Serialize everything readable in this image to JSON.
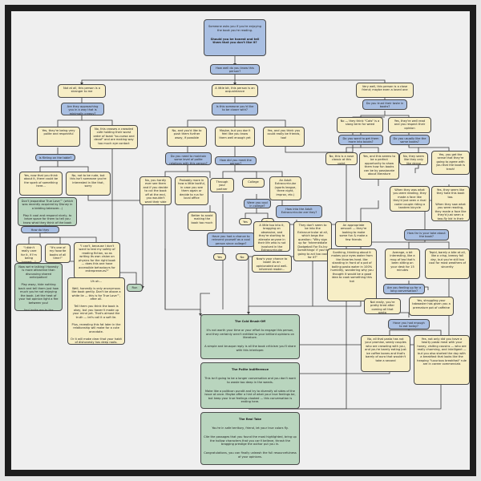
{
  "colors": {
    "cream": "#f7eec6",
    "blue": "#a9bfe2",
    "green": "#b9d5be",
    "line": "#3a3a3a",
    "frame": "#1e1e1e"
  },
  "start": {
    "line1": "Someone asks you if you're enjoying the book you're reading.",
    "line2": "Should you be honest and tell them that you don't like it?"
  },
  "q_know": "How well do you know this person?",
  "a_stranger": "Not at all, this person is a stranger to me",
  "a_little": "A little bit, this person is an acquaintance",
  "a_close": "Very well, this person is a close friend; maybe even a loved one",
  "q_approach": "Are they approaching you in a way that is minimally creepy?",
  "a_polite": "Yes, they're being very polite and respectful",
  "a_creepy": "No, this crosses a crowded cafe holding their worst order of toast \"so-cuesa and decaf\" and are making way too much eye contact",
  "a_nice": "Yes, now that you think about it, there could be the spark of something here...",
  "a_rude": "No, not to be rude, but this isn't someone you're interested in like that, sorry",
  "q_flirt": "Is flirting on the table?",
  "green_truelove": "Don't jeopardise True Love™ (which was recently acquired by Disney in a bidding takeover...)\n\nPlay it cool and respond nicely, to leave space for them to tell you know what they think of the book first",
  "q_respond": "How do they respond?",
  "a_lying": "\"I didn't really care for it, if I'm being honest...\"",
  "a_fav": "\"It's one of my favorite books of all time!\"",
  "a_cant": "\"I can't, because I don't want to test my safety of reading fiction, so as writing its own vision on physics for the right book — does this one have accessible behaviours for entrepreneurs?\"",
  "green_bottom_left": "Now we're talking! Honesty is more attractive than discussing shared anticipation!\n\nPlay away, hide nothing back and tell them just how much you're not enjoying the book. Let the heat of your hot opinion light a fire between you!\n\nAnd invite me to the wedding, you crazy kids!",
  "uh_oh": "Uh oh...\n\nWell, honestly is only anonymous like book gently. Don't be above a white lie — this is for True Love™, after all.\n\nTell them you think the book is okay, but you haven't made up your mind yet. That's almost the truth — let's call it a soft lie.\n\nPlus, revealing this fat later in the relationship will make for a cute anecdote.\n\nOr it will make clear that your habit of dishonesty has deep roots. Either way, we hope have a good run.",
  "run": "Run",
  "q_want": "Is this someone you'd like to be closer with?",
  "a_no_push": "No, and you'd like to push them further away, if possible",
  "a_maybe": "Maybe, but you don't feel like you know them well enough yet",
  "a_yes_friends": "Yes, and you think you could really be friends, too!",
  "q_how_well": "Do you need to maintain some level of polite relations with this person?",
  "a_family": "No, you hardly ever see them and if you decide to cut the book off at the end, you wouldn't want their side mostly",
  "a_probably": "Probably more in how a little tactful, in case you see them again or decide to run for local office",
  "a_boss": "Better to avoid making the book too much",
  "q_meet": "How did you meet the person?",
  "m_through": "Through your partner",
  "m_college": "College",
  "m_acq": "An Adult Extracurricular (sports league, three night, improv, etc.)",
  "q_you_relaxed": "Were you cool in college?",
  "ans_yes": "Yes",
  "ans_no": "No",
  "q_reinvent": "Have you had a chance to reinvent yourself as a cool person since college?",
  "q_adult": "How into the Adult Extracurricular are they?",
  "a_little_too": "A little too into it, bragging on obsessive, and they're starting to alienate anyone in their life who is not involved in the Extracurricular",
  "a_they_seem": "They don't seem to be into the Extracurricular at all, which begs the question: \"Why sign up for 'Intermediate Dodgeball For Ex-Ivy Somethings' if you're going to act too cool for it?\"",
  "a_appropriate": "An appropriate amount — they're looking to make some fun & make a few friends",
  "now_chance": "Now's your chance to book! As an opinionated and well-informed reader...",
  "cold": {
    "title": "The Cold Brush-Off",
    "body1": "It's not worth your time or your effort to engage this person, and they certainly aren't entitled to your brilliant opinions on literature.",
    "body2": "A simple and brusque reply is all the book criticism you'll share with this interloper."
  },
  "polite": {
    "title": "The Polite Indifference",
    "body1": "This isn't going to be a longer conversation and you don't want to waste too deep in the weeds.",
    "body2": "Make like a politican pundit and try to diversify all sides of the issue at once. Maybe offer a hint of what your true feelings be, but keep your true feelings cloaked — this conversation is ending here."
  },
  "real": {
    "title": "The Real Take",
    "body1": "You're in safe territory, friend, let your true colors fly.",
    "body2": "Cite the passages that you found the most highlighted, bring up the hollow characters that you can't believe, thrash the bragging prestige the author put you in.",
    "body3": "Congratulations, you can finally unleash the full resourcefulness of your opinions."
  },
  "q_trust": "Do you trust their taste in books?",
  "t_no_they": "No — they think \"Cats\" is a slang term for weed",
  "t_yes_read": "Yes, they're well read and you respect their opinion",
  "q_want_read": "Do you want to get them more into books?",
  "q_usually": "Do you usually like the same books?",
  "a_no_nose": "No, this is a nose classic at this point",
  "a_yes_desire": "Yes, and this seems to be a perfect opportunity to show them how fun books can be by passionate about literature",
  "a_no_they_seem": "No, they seem like they only like dense stuffs",
  "a_yes_get": "Yes, you get the sense that they're going to agree with you that the book is trash!",
  "when_they": "When they was what you were reading, they made a face like they'd just seen a rival coder couple riding a tandem bicycle",
  "a_yes_seen": "Yes, they seem like they hate this book too.\n\nWhen they saw what you were reading, they made a face like they'd just seen a two-fly kid in their woods can",
  "q_how_far": "How far is your take about the book?",
  "a_scathing": "Scathing, thinking about it makes your eyes water from the libraries heat. like standing in front of a pot of boiling pasta water in 100% humidity, wondering why you thought it would be a good idea to cook something this hot",
  "a_average": "Average, a bit interesting, like a mug of tea that's been sitting on your desk for 15 minutes",
  "a_tepid": "Tepid, barely a bite at all, like a crisp, breezy fall day, but you're still too cool for most weathers of sincerity",
  "q_feeling": "Are you feeling up for a long conversation?",
  "a_not_really": "Not really, you're pretty tired after coming all that pasta",
  "a_yes_struggle": "Yes, struggling your tabwaster has given you a premature pot of caffeine",
  "q_have_enough": "Have you had enough to eat today?",
  "a_no_all": "No, all that pasta has not your promise, seedy couples who are crowding with you, and you're barely eating just ice coffee bones and that's barely of aura that wouldn't take a second",
  "a_yes_only": "Yes, not only did you have a hearty pasta meal with your honey, visiting cousins — who are really charming, and intelligent — but you also started the day with a breakfast that looks like the heaping \"luxurious breakfast\" rule are in career commercials"
}
